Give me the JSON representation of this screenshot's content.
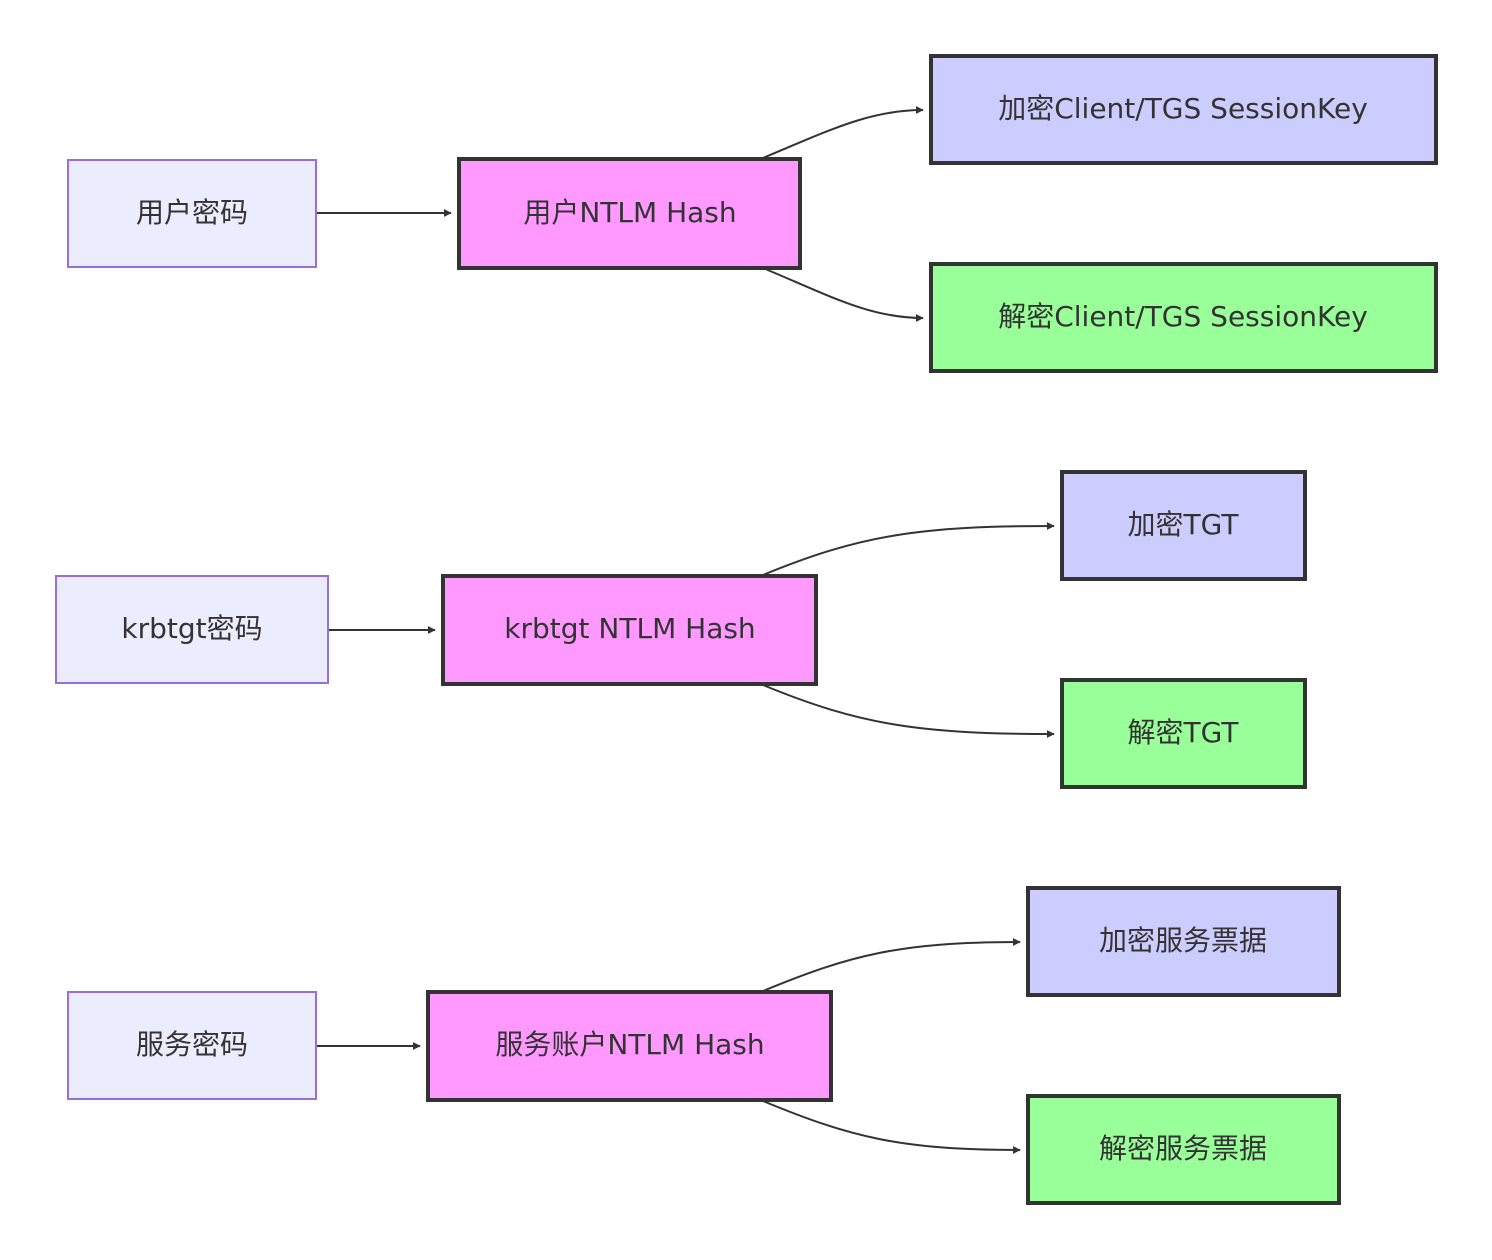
{
  "diagram": {
    "type": "flowchart",
    "direction": "left-to-right",
    "colors": {
      "source_fill": "#ECECFF",
      "source_stroke": "#9370DB",
      "hash_fill": "#FF99FF",
      "encrypt_fill": "#CCCCFF",
      "decrypt_fill": "#99FF99",
      "dark_stroke": "#333333",
      "text": "#333333"
    },
    "groups": [
      {
        "source": "用户密码",
        "hash": "用户NTLM Hash",
        "encrypt": "加密Client/TGS SessionKey",
        "decrypt": "解密Client/TGS SessionKey"
      },
      {
        "source": "krbtgt密码",
        "hash": "krbtgt NTLM Hash",
        "encrypt": "加密TGT",
        "decrypt": "解密TGT"
      },
      {
        "source": "服务密码",
        "hash": "服务账户NTLM Hash",
        "encrypt": "加密服务票据",
        "decrypt": "解密服务票据"
      }
    ]
  }
}
